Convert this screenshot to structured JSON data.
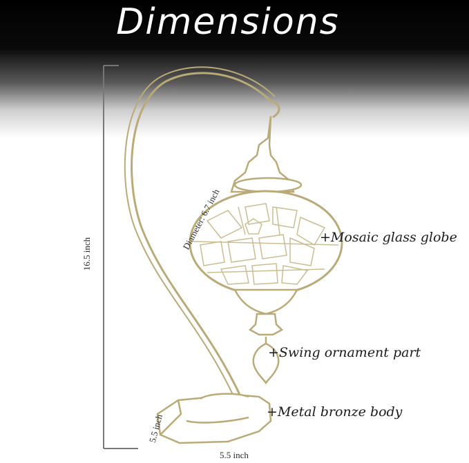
{
  "title": "Dimensions",
  "dimensions": {
    "height": "16.5 inch",
    "diameter": "Diameter: 6.7 inch",
    "depth": "5.5 inch",
    "width": "5.5 inch"
  },
  "callouts": {
    "globe": "+Mosaic glass globe",
    "swing": "+Swing ornament part",
    "body": "+Metal bronze body"
  },
  "colors": {
    "metal": "#c8b98a",
    "metal_dark": "#8a7b4e",
    "dimension_line": "#777777"
  }
}
